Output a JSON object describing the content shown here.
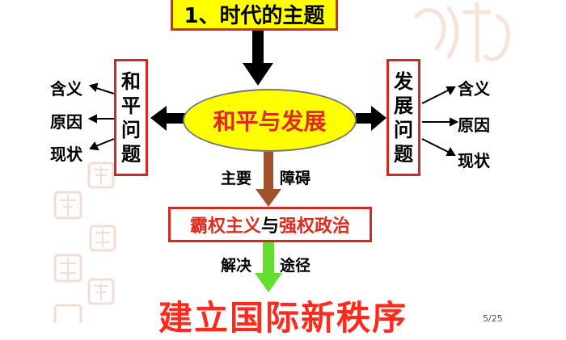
{
  "title": "1、时代的主题",
  "core": "和平与发展",
  "peace": {
    "box_chars": [
      "和",
      "平",
      "问",
      "题"
    ],
    "items": [
      "含义",
      "原因",
      "现状"
    ]
  },
  "development": {
    "box_chars": [
      "发",
      "展",
      "问",
      "题"
    ],
    "items": [
      "含义",
      "原因",
      "现状"
    ]
  },
  "obstacle": {
    "label_left": "主要",
    "label_right": "障碍",
    "part1": "霸权主义",
    "connector": "与",
    "part2": "强权政治"
  },
  "solution": {
    "label_left": "解决",
    "label_right": "途径",
    "text": "建立国际新秩序"
  },
  "page_number": "5/25",
  "colors": {
    "box_border": "#d42a1e",
    "highlight": "#ffff00",
    "red_text": "#e02a1e",
    "down_arrow_brown": "#a0522d",
    "down_arrow_green": "#66dd33",
    "arrow_black": "#000000"
  }
}
